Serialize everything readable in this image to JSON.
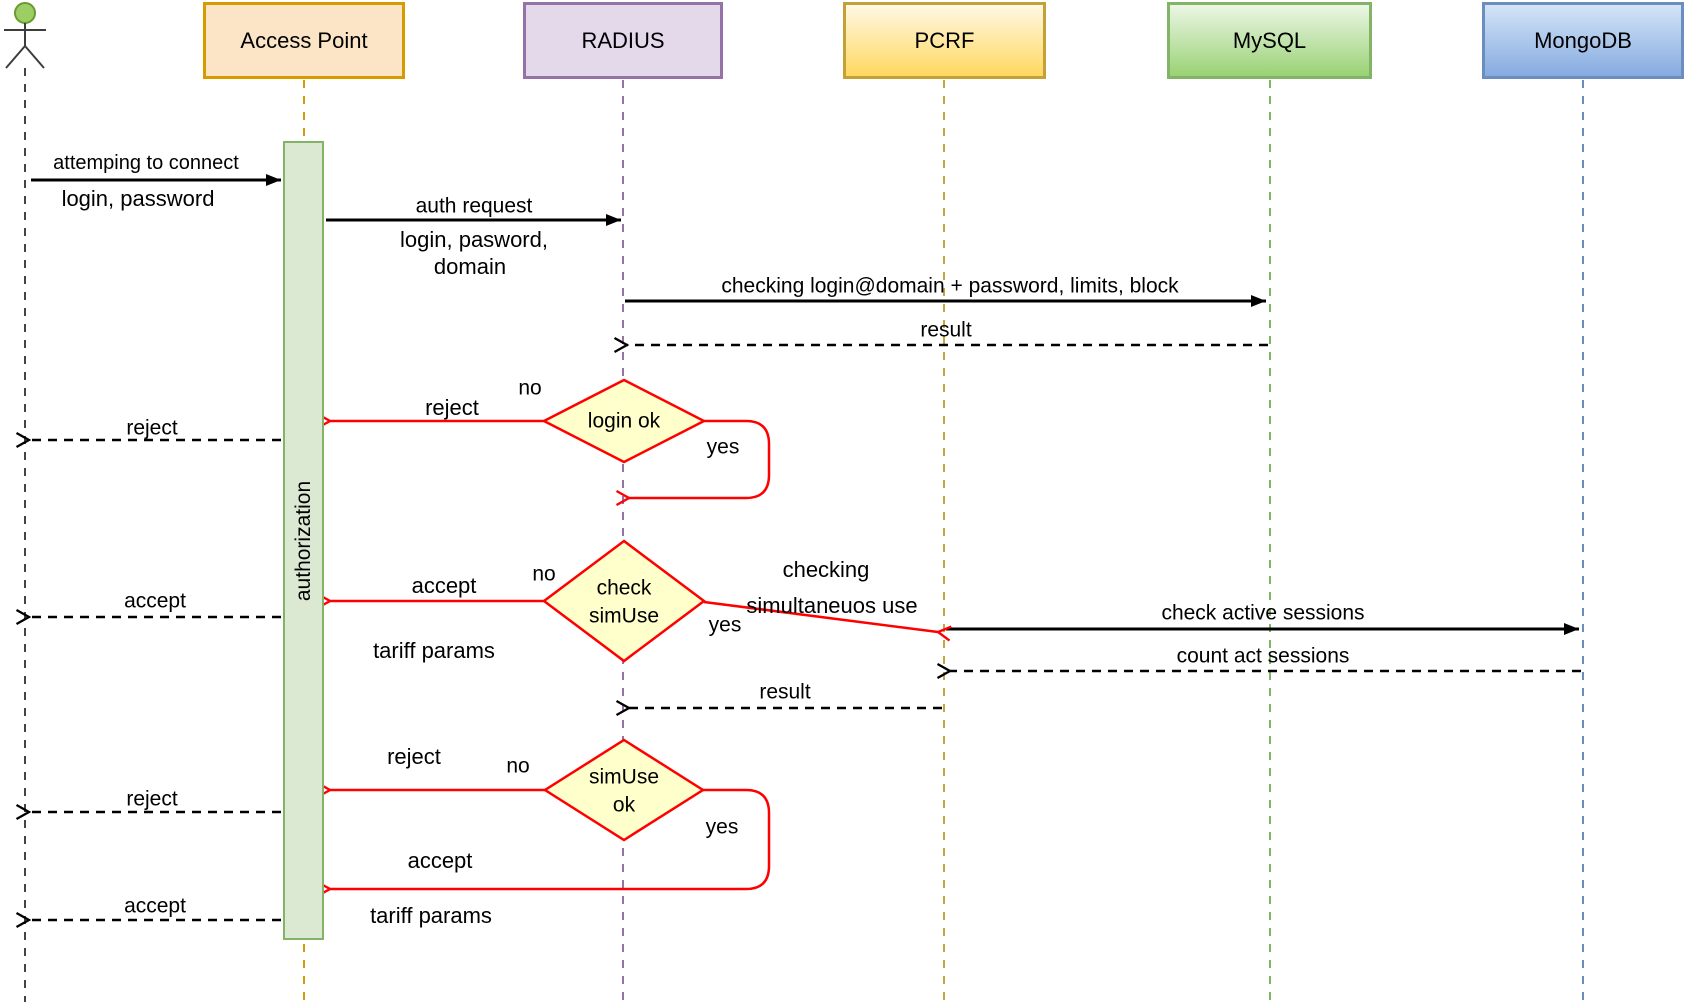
{
  "participants": [
    {
      "label": "Access Point"
    },
    {
      "label": "RADIUS"
    },
    {
      "label": "PCRF"
    },
    {
      "label": "MySQL"
    },
    {
      "label": "MongoDB"
    }
  ],
  "activation": {
    "label": "authorization"
  },
  "messages": {
    "attempt": {
      "label": "attemping to connect",
      "params": "login, password"
    },
    "auth_request": {
      "label": "auth request",
      "params_line1": "login, pasword,",
      "params_line2": "domain"
    },
    "check_login": {
      "label": "checking login@domain + password, limits, block"
    },
    "result_mysql": {
      "label": "result"
    },
    "reject_to_user_1": {
      "label": "reject"
    },
    "accept_to_user_1": {
      "label": "accept"
    },
    "check_active_sessions": {
      "label": "check active sessions"
    },
    "count_act_sessions": {
      "label": "count act sessions"
    },
    "result_pcrf": {
      "label": "result"
    },
    "reject_to_user_2": {
      "label": "reject"
    },
    "accept_to_user_2": {
      "label": "accept"
    }
  },
  "decisions": {
    "login_ok": {
      "text": "login ok",
      "no": "no",
      "yes": "yes",
      "no_label": "reject"
    },
    "check_simuse": {
      "line1": "check",
      "line2": "simUse",
      "no": "no",
      "yes": "yes",
      "no_label_top": "accept",
      "no_label_bottom": "tariff params",
      "yes_label_line1": "checking",
      "yes_label_line2": "simultaneuos use"
    },
    "simuse_ok": {
      "line1": "simUse",
      "line2": "ok",
      "no": "no",
      "yes": "yes",
      "no_label": "reject",
      "yes_label_top": "accept",
      "yes_label_bottom": "tariff params"
    }
  },
  "colors": {
    "arrow_black": "#000000",
    "arrow_red": "#FF0000",
    "diamond_fill": "#FFFFCC",
    "diamond_border": "#FF0000",
    "access_point_fill": "#FBE5C6",
    "access_point_border": "#D79B00",
    "radius_fill": "#E4D8EB",
    "radius_border": "#9673A6",
    "pcrf_border": "#C3A136",
    "mysql_border": "#82B366",
    "mongodb_border": "#6C8EBF",
    "activation_fill": "#DBE9D3",
    "activation_border": "#82B366",
    "actor_head_fill": "#9CCE63"
  }
}
